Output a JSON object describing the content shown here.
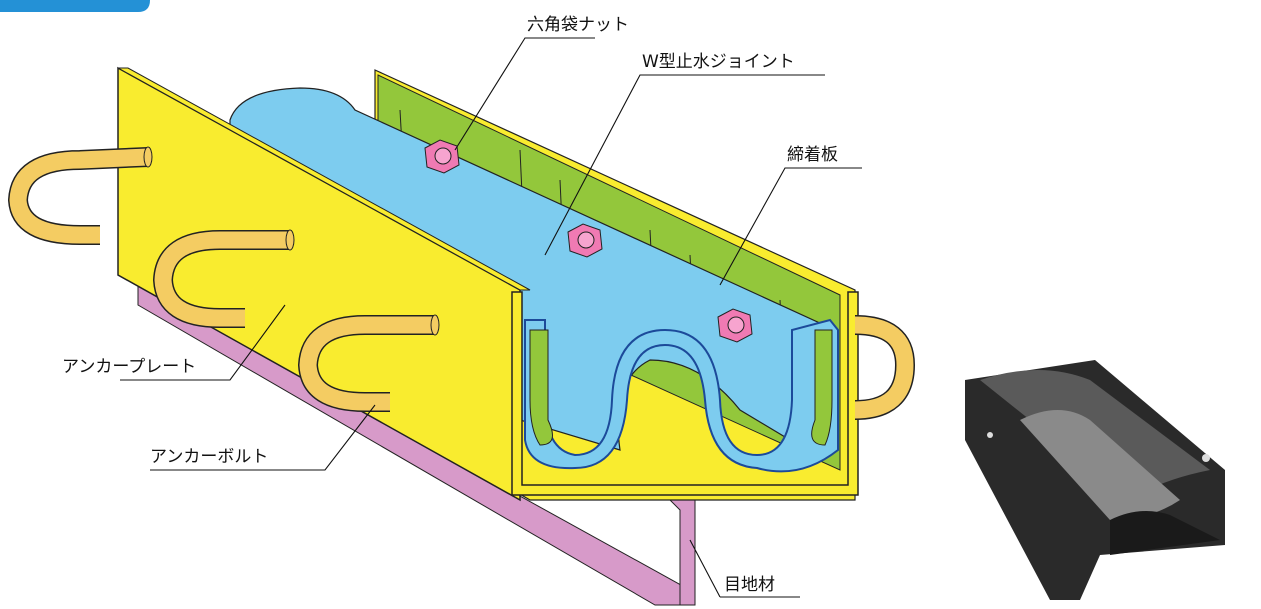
{
  "colors": {
    "anchor_plate": "#f9ec2f",
    "anchor_bolt": "#f4cc62",
    "joint": "#7dccef",
    "clamp_plate": "#93c73b",
    "nut": "#f07ab3",
    "joint_filler": "#d79ac9",
    "header_tab": "#2491d6",
    "photo_metal": "#2a2a2a"
  },
  "labels": {
    "nut": "六角袋ナット",
    "joint": "W型止水ジョイント",
    "clamp_plate": "締着板",
    "anchor_plate": "アンカープレート",
    "anchor_bolt": "アンカーボルト",
    "joint_filler": "目地材"
  },
  "icons": {
    "header_tab": "header-tab",
    "photo": "product-photo"
  }
}
